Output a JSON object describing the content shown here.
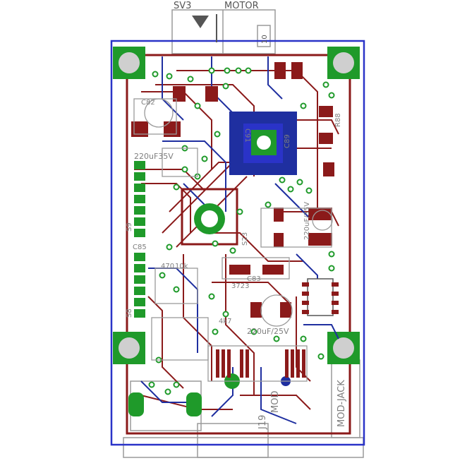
{
  "header_labels": {
    "sv3": "SV3",
    "motor": "MOTOR",
    "connector_pin": "10"
  },
  "component_labels": {
    "cap_220uf_35v_top": "220uF35V",
    "cap_220uf_35v_mid": "220uF/35V",
    "cap_220uf_25v": "220uF/25V",
    "cap_c91": "C91",
    "cap_c89": "C89",
    "res_r88": "R88",
    "res_470": "470",
    "res_4k7": "4k7",
    "res_10k": "10k",
    "ic_3723": "3723",
    "cap_c82": "C82",
    "cap_c85": "C85",
    "cap_c83": "C83",
    "s23": "S23",
    "s9": "S9",
    "s8": "S8",
    "j19": "J19",
    "mod": "MOD",
    "board_name": "MOD-JACK"
  },
  "colors": {
    "top_copper": "#8b1a1a",
    "bottom_copper": "#1f2fa0",
    "pad_green": "#1f9a2a",
    "silkscreen": "#9a9a9a",
    "board_outline": "#2a33c8"
  }
}
